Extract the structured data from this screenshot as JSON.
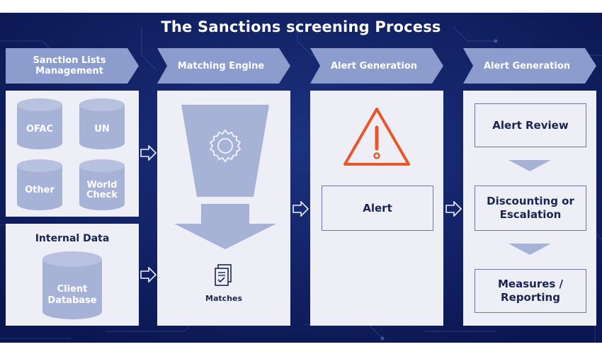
{
  "title": "The Sanctions screening Process",
  "steps": [
    {
      "label": "Sanction Lists\nManagement"
    },
    {
      "label": "Matching Engine"
    },
    {
      "label": "Alert Generation"
    },
    {
      "label": "Alert Generation"
    }
  ],
  "sanction_lists": [
    "OFAC",
    "UN",
    "Other",
    "World\nCheck"
  ],
  "internal_data": {
    "heading": "Internal Data",
    "database": "Client\nDatabase"
  },
  "matching": {
    "output_label": "Matches"
  },
  "alert_box": "Alert",
  "review_steps": [
    "Alert Review",
    "Discounting or\nEscalation",
    "Measures /\nReporting"
  ],
  "colors": {
    "background": "#0f1f5c",
    "chevron": "#8c9ccd",
    "panel": "#eeeff6",
    "shape": "#a6b2d6",
    "alert_icon": "#e8562a",
    "text": "#1a2550"
  }
}
